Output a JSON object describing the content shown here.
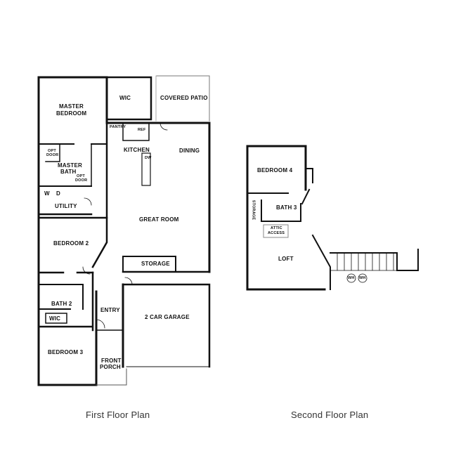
{
  "first_floor": {
    "caption": "First Floor Plan",
    "rooms": {
      "wic_master": "WIC",
      "covered_patio": "COVERED PATIO",
      "master_bedroom_1": "MASTER",
      "master_bedroom_2": "BEDROOM",
      "pantry": "PANTRY",
      "ref": "REF",
      "opt_door_1a": "OPT",
      "opt_door_1b": "DOOR",
      "kitchen": "KITCHEN",
      "dining": "DINING",
      "dw": "DW",
      "master_bath_1": "MASTER",
      "master_bath_2": "BATH",
      "opt_door_2a": "OPT",
      "opt_door_2b": "DOOR",
      "w": "W",
      "d": "D",
      "utility": "UTILITY",
      "great_room": "GREAT ROOM",
      "bedroom_2": "BEDROOM 2",
      "storage": "STORAGE",
      "bath_2": "BATH 2",
      "entry": "ENTRY",
      "wic_2": "WIC",
      "garage": "2 CAR GARAGE",
      "bedroom_3": "BEDROOM 3",
      "front_porch_1": "FRONT",
      "front_porch_2": "PORCH"
    }
  },
  "second_floor": {
    "caption": "Second Floor Plan",
    "rooms": {
      "bedroom_4": "BEDROOM 4",
      "storage": "STORAGE",
      "bath_3": "BATH 3",
      "attic_1": "ATTIC",
      "attic_2": "ACCESS",
      "loft": "LOFT",
      "wh_1": "WH",
      "wh_2": "WH"
    }
  },
  "colors": {
    "wall": "#111111",
    "caption": "#333333"
  }
}
